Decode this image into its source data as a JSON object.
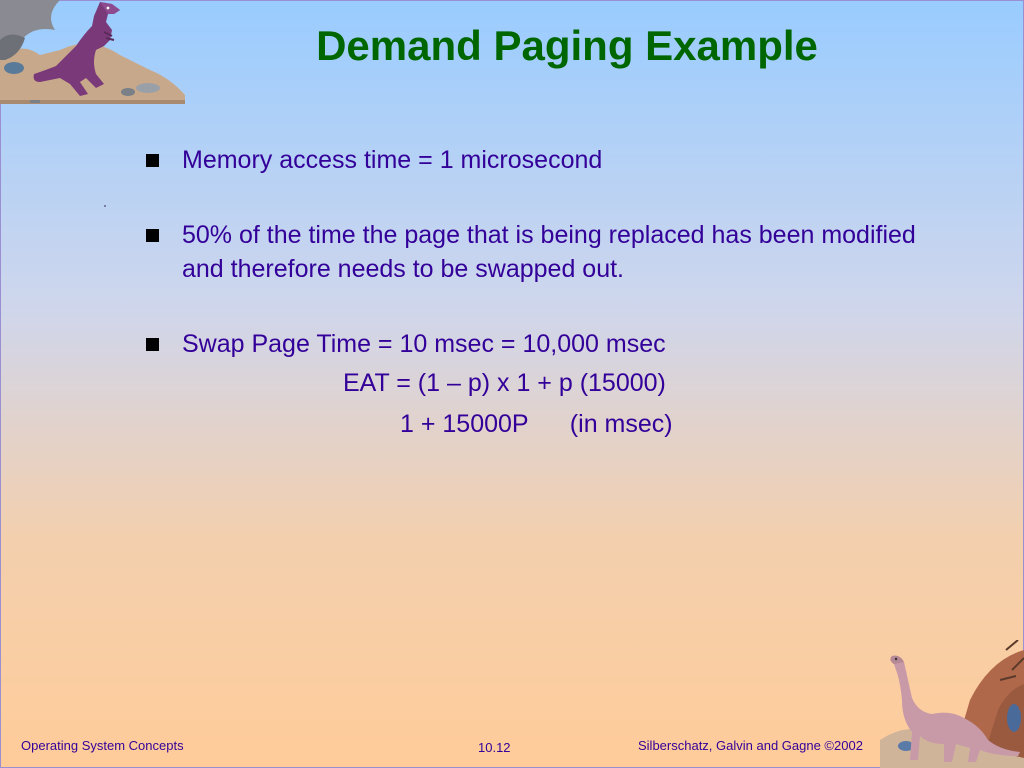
{
  "slide": {
    "title": "Demand Paging Example",
    "bullets": [
      "Memory access time = 1 microsecond",
      "50% of the time the page that is being replaced has been modified and therefore needs to be swapped out.",
      "Swap Page Time = 10 msec = 10,000 msec"
    ],
    "formula_lines": [
      "EAT = (1 – p) x 1 + p (15000)",
      "1 + 15000P      (in msec)"
    ]
  },
  "footer": {
    "left": "Operating System Concepts",
    "center": "10.12",
    "right": "Silberschatz, Galvin and  Gagne ©2002"
  },
  "colors": {
    "title": "#006600",
    "body_text": "#330099",
    "bullet_marker": "#000000",
    "background_top": "#99ccff",
    "background_bottom": "#ffcc99"
  },
  "decorations": [
    "t-rex-clipart",
    "brontosaurus-clipart"
  ]
}
